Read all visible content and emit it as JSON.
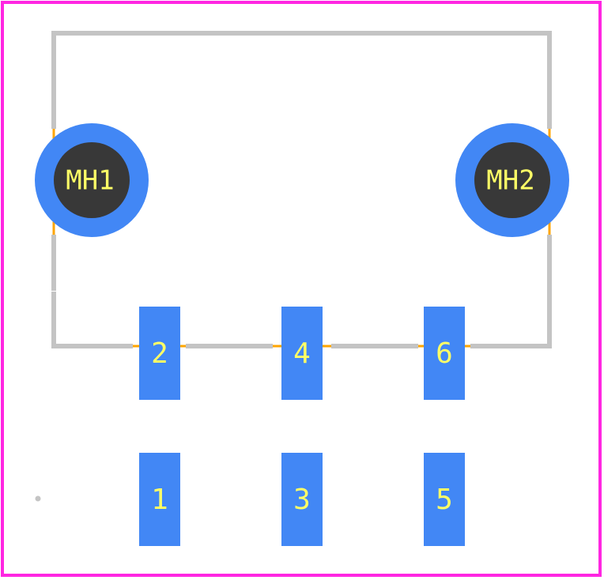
{
  "colors": {
    "boundary": "#ff26e2",
    "silkscreen": "#c4c4c4",
    "courtyard": "#ffa500",
    "pad": "#4287f5",
    "drill": "#383838",
    "label": "#ffff66"
  },
  "pads": [
    {
      "id": "pad-2",
      "label": "2"
    },
    {
      "id": "pad-4",
      "label": "4"
    },
    {
      "id": "pad-6",
      "label": "6"
    },
    {
      "id": "pad-1",
      "label": "1"
    },
    {
      "id": "pad-3",
      "label": "3"
    },
    {
      "id": "pad-5",
      "label": "5"
    }
  ],
  "mounting_holes": [
    {
      "id": "mh1",
      "label": "MH1"
    },
    {
      "id": "mh2",
      "label": "MH2"
    }
  ]
}
